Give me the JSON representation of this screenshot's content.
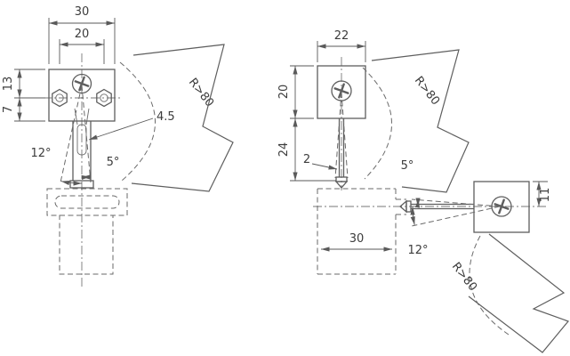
{
  "left_view": {
    "dim_width_outer": "30",
    "dim_hole_spacing": "20",
    "dim_height_upper": "13",
    "dim_height_lower": "7",
    "angle_left": "12°",
    "angle_right": "5°",
    "dim_slot": "4.5",
    "bend_radius": "R>80"
  },
  "right_view": {
    "dim_width_top": "22",
    "dim_body_height": "20",
    "dim_stem_length": "24",
    "dim_stem_width": "2",
    "dim_profile_width": "30",
    "dim_side_offset": "11",
    "angle_up": "5°",
    "angle_down": "12°",
    "bend_radius_top": "R>80",
    "bend_radius_bottom": "R>80"
  }
}
